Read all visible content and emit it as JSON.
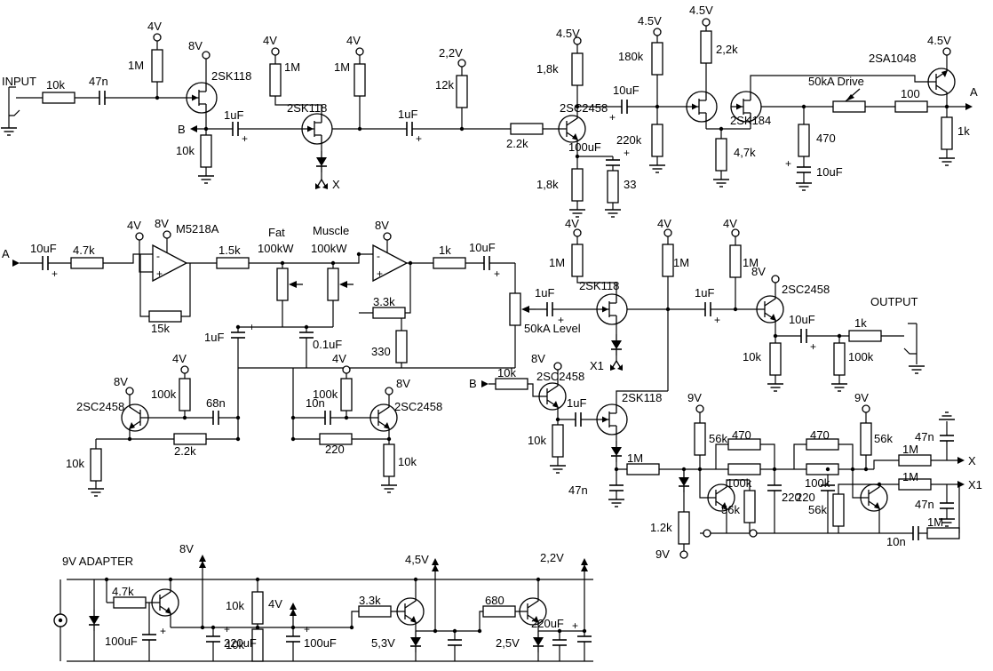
{
  "sym": {
    "plus": "+",
    "minus": "-"
  },
  "labels": {
    "s1": {
      "input": "INPUT",
      "r10k_in": "10k",
      "c47n_in": "47n",
      "v4_a": "4V",
      "r1m_a": "1M",
      "v8_a": "8V",
      "q1": "2SK118",
      "b_a": "B",
      "r10k_a": "10k",
      "c1uf_a": "1uF"
    },
    "s2": {
      "v4_b": "4V",
      "r1m_b": "1M",
      "q2": "2SK118",
      "x_a": "X",
      "v4_c": "4V",
      "r1m_c": "1M",
      "c1uf_b": "1uF",
      "v22_a": "2,2V",
      "r12k_a": "12k",
      "r22k_a": "2.2k"
    },
    "s3": {
      "v45_a": "4.5V",
      "r18k_a": "1,8k",
      "q3": "2SC2458",
      "c10uf_a": "10uF",
      "c100uf_a": "100uF",
      "r18k_b": "1,8k",
      "r33_a": "33",
      "v45_b": "4.5V",
      "r180k_a": "180k",
      "r220k_a": "220k"
    },
    "s4": {
      "v45_c": "4.5V",
      "r22k_b": "2,2k",
      "q4": "2SK184",
      "r47k_a": "4,7k",
      "pot_drive": "50kA Drive",
      "r470_a": "470",
      "c10uf_b": "10uF",
      "r100_a": "100",
      "q5": "2SA1048",
      "v45_d": "4.5V",
      "a_out": "A",
      "r1k_a": "1k"
    },
    "s5": {
      "a_in": "A",
      "c10uf_c": "10uF",
      "r47k_b": "4.7k",
      "v4_d": "4V",
      "v8_b": "8V",
      "u1": "M5218A",
      "r15k_a": "15k",
      "r15_a": "1.5k",
      "fat": "Fat",
      "fat_val": "100kW",
      "muscle": "Muscle",
      "muscle_val": "100kW",
      "v8_c": "8V",
      "r33k_a": "3.3k",
      "r330_a": "330",
      "c1uf_c": "1uF",
      "c01uf_a": "0.1uF",
      "r1k_b": "1k",
      "c10uf_d": "10uF",
      "pot_level": "50kA Level",
      "c1uf_d": "1uF"
    },
    "s6": {
      "v8_d": "8V",
      "v4_e": "4V",
      "r100k_a": "100k",
      "q6": "2SC2458",
      "c68n_a": "68n",
      "r22k_c": "2.2k",
      "r10k_b": "10k",
      "c10n_a": "10n",
      "r100k_b": "100k",
      "v4_f": "4V",
      "v8_e": "8V",
      "q7": "2SC2458",
      "r220_a": "220",
      "r10k_c": "10k"
    },
    "s7": {
      "v4_g": "4V",
      "r1m_d": "1M",
      "q8": "2SK118",
      "x1_a": "X1",
      "v4_h": "4V",
      "r1m_e": "1M",
      "c1uf_e": "1uF",
      "v4_i": "4V",
      "r1m_f": "1M",
      "v8_f": "8V",
      "q9": "2SC2458",
      "c10uf_e": "10uF",
      "r1k_c": "1k",
      "output": "OUTPUT",
      "r10k_d": "10k",
      "r100k_c": "100k"
    },
    "s8": {
      "b_b": "B",
      "r10k_e": "10k",
      "q10": "2SC2458",
      "v8_g": "8V",
      "c1uf_f": "1uF",
      "q11": "2SK118",
      "r10k_f": "10k",
      "r1m_g": "1M",
      "c47n_a": "47n",
      "r1p2k": "1.2k",
      "v9_a": "9V",
      "v9_b": "9V",
      "v9_c": "9V",
      "r56k_a": "56k",
      "r470_b": "470",
      "r100k_d": "100k",
      "r56k_b": "56k",
      "c220_a": "220",
      "r470_c": "470",
      "r100k_e": "100k",
      "c220_b": "220",
      "r56k_c": "56k",
      "r56k_d": "56k",
      "r1m_h": "1M",
      "x_b": "X",
      "r1m_i": "1M",
      "x1_b": "X1",
      "c47n_b": "47n",
      "c47n_c": "47n",
      "c10n_b": "10n",
      "r1m_j": "1M"
    },
    "s9": {
      "adapter": "9V ADAPTER",
      "r47k_c": "4.7k",
      "v8_h": "8V",
      "c100uf_b": "100uF",
      "c220uf_a": "220uF",
      "r10k_g": "10k",
      "v4_j": "4V",
      "r10k_h": "10k",
      "c100uf_c": "100uF",
      "r33k_b": "3.3k",
      "v45_e": "4,5V",
      "z53": "5,3V",
      "r680_a": "680",
      "z25": "2,5V",
      "c220uf_b": "220uF",
      "v22_b": "2,2V"
    }
  }
}
